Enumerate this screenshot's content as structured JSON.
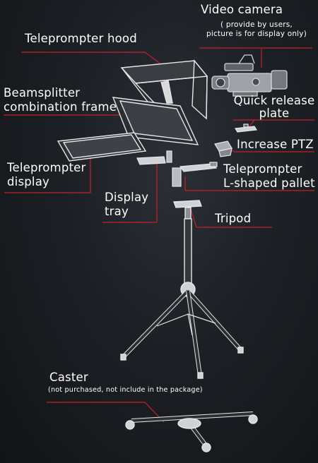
{
  "labels": {
    "video_camera": "Video camera",
    "video_camera_note_1": "( provide by users,",
    "video_camera_note_2": "picture is for display only)",
    "teleprompter_hood": "Teleprompter hood",
    "beamsplitter_1": "Beamsplitter",
    "beamsplitter_2": "combination frame",
    "quick_release_1": "Quick release",
    "quick_release_2": "plate",
    "increase_ptz": "Increase PTZ",
    "teleprompter_display_1": "Teleprompter",
    "teleprompter_display_2": "display",
    "l_pallet_1": "Teleprompter",
    "l_pallet_2": "L-shaped pallet",
    "display_tray_1": "Display",
    "display_tray_2": "tray",
    "tripod": "Tripod",
    "caster": "Caster",
    "caster_note": "(not purchased, not include in the package)"
  },
  "colors": {
    "leader_line": "#c4212b",
    "background": "#1c1f24",
    "equipment_stroke": "#e6e6e6"
  }
}
